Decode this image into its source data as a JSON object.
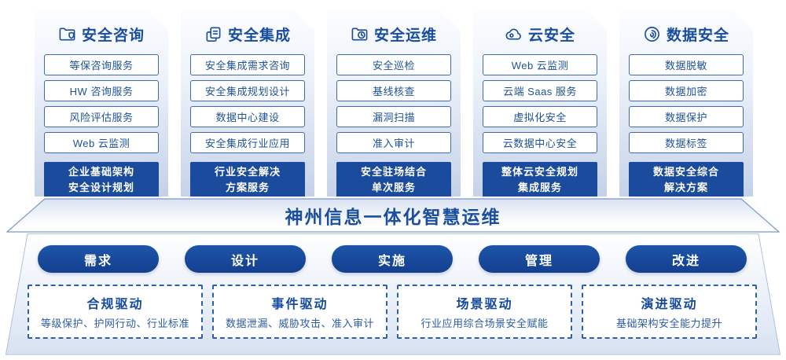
{
  "banner": {
    "title": "神州信息一体化智慧运维"
  },
  "columns": [
    {
      "title": "安全咨询",
      "icon": "folder-shield-icon",
      "items": [
        "等保咨询服务",
        "HW 咨询服务",
        "风险评估服务",
        "Web 云监测"
      ],
      "highlight_line1": "企业基础架构",
      "highlight_line2": "安全设计规划"
    },
    {
      "title": "安全集成",
      "icon": "documents-icon",
      "items": [
        "安全集成需求咨询",
        "安全集成规划设计",
        "数据中心建设",
        "安全集成行业应用"
      ],
      "highlight_line1": "行业安全解决",
      "highlight_line2": "方案服务"
    },
    {
      "title": "安全运维",
      "icon": "folder-clock-icon",
      "items": [
        "安全巡检",
        "基线核查",
        "漏洞扫描",
        "准入审计"
      ],
      "highlight_line1": "安全驻场结合",
      "highlight_line2": "单次服务"
    },
    {
      "title": "云安全",
      "icon": "cloud-icon",
      "items": [
        "Web 云监测",
        "云端 Saas 服务",
        "虚拟化安全",
        "云数据中心安全"
      ],
      "highlight_line1": "整体云安全规划",
      "highlight_line2": "集成服务"
    },
    {
      "title": "数据安全",
      "icon": "fingerprint-icon",
      "items": [
        "数据脱敏",
        "数据加密",
        "数据保护",
        "数据标签"
      ],
      "highlight_line1": "数据安全综合",
      "highlight_line2": "解决方案"
    }
  ],
  "pills": [
    "需求",
    "设计",
    "实施",
    "管理",
    "改进"
  ],
  "drivers": [
    {
      "title": "合规驱动",
      "desc": "等级保护、护网行动、行业标准"
    },
    {
      "title": "事件驱动",
      "desc": "数据泄漏、威胁攻击、准入审计"
    },
    {
      "title": "场景驱动",
      "desc": "行业应用综合场景安全赋能"
    },
    {
      "title": "演进驱动",
      "desc": "基础架构安全能力提升"
    }
  ],
  "colors": {
    "primary_blue": "#1b4b9c",
    "text_blue": "#1d5199",
    "border_blue": "#3f6cb1",
    "dashed_blue": "#2d5fae",
    "card_gradient_bottom": "#c3d1e8",
    "platform_fill": "#dfe8f4"
  }
}
